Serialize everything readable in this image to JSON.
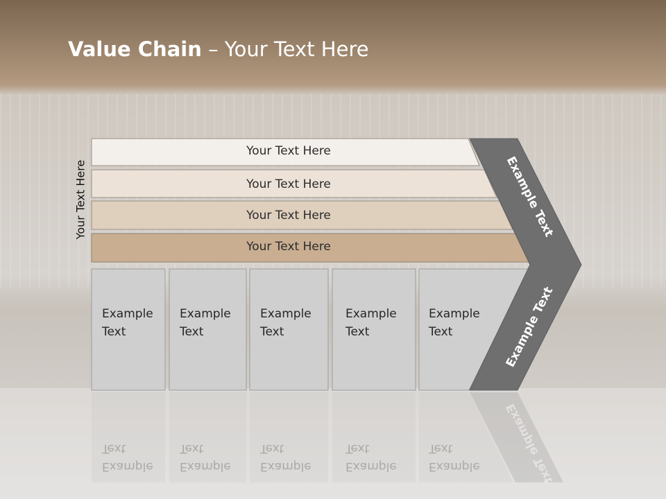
{
  "title": {
    "bold": "Value Chain",
    "rest": " – Your Text Here"
  },
  "side_label": "Your Text Here",
  "rows": [
    {
      "label": "Your Text Here",
      "color": "#f3efea"
    },
    {
      "label": "Your Text Here",
      "color": "#ece2d7"
    },
    {
      "label": "Your Text Here",
      "color": "#dfcfbd"
    },
    {
      "label": "Your Text Here",
      "color": "#c9ae92"
    }
  ],
  "boxes": [
    {
      "line1": "Example",
      "line2": "Text"
    },
    {
      "line1": "Example",
      "line2": "Text"
    },
    {
      "line1": "Example",
      "line2": "Text"
    },
    {
      "line1": "Example",
      "line2": "Text"
    },
    {
      "line1": "Example",
      "line2": "Text"
    }
  ],
  "chevron": {
    "upper_text": "Example Text",
    "lower_text": "Example Text",
    "color": "#6f6f6f"
  },
  "colors": {
    "box_fill": "#cfcfcf",
    "header_band": "#8a7358"
  }
}
